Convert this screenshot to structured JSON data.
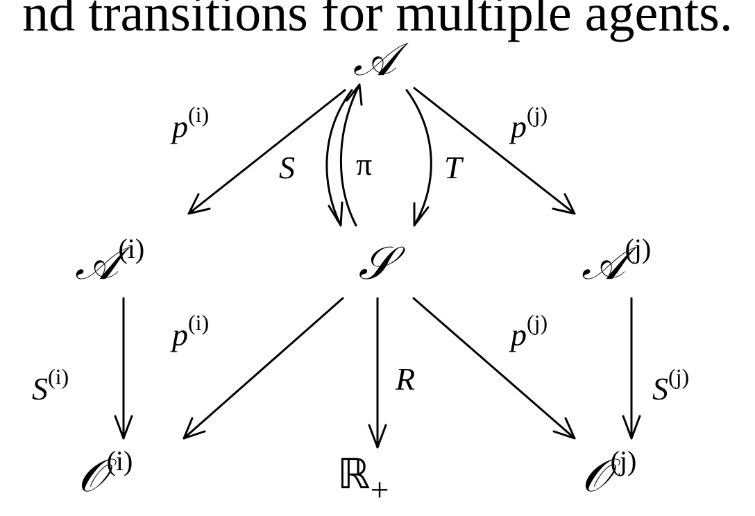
{
  "heading": "nd transitions for multiple agents.",
  "nodes": {
    "A": {
      "main": "𝒜",
      "sup": ""
    },
    "Ai": {
      "main": "𝒜",
      "sup": "(i)"
    },
    "S": {
      "main": "𝒮",
      "sup": ""
    },
    "Aj": {
      "main": "𝒜",
      "sup": "(j)"
    },
    "Oi": {
      "main": "𝒪",
      "sup": "(i)"
    },
    "Rplus": {
      "main": "ℝ",
      "sub": "+"
    },
    "Oj": {
      "main": "𝒪",
      "sup": "(j)"
    }
  },
  "edges": {
    "A_Ai": {
      "main": "p",
      "sup": "(i)"
    },
    "A_S_left": {
      "main": "S",
      "sup": ""
    },
    "S_A": {
      "main": "π",
      "sup": ""
    },
    "A_S_right": {
      "main": "T",
      "sup": ""
    },
    "A_Aj": {
      "main": "p",
      "sup": "(j)"
    },
    "Ai_Oi": {
      "main": "S",
      "sup": "(i)"
    },
    "S_Oi": {
      "main": "p",
      "sup": "(i)"
    },
    "S_R": {
      "main": "R",
      "sup": ""
    },
    "S_Oj": {
      "main": "p",
      "sup": "(j)"
    },
    "Aj_Oj": {
      "main": "S",
      "sup": "(j)"
    }
  },
  "colors": {
    "ink": "#000000",
    "background": "#ffffff"
  }
}
